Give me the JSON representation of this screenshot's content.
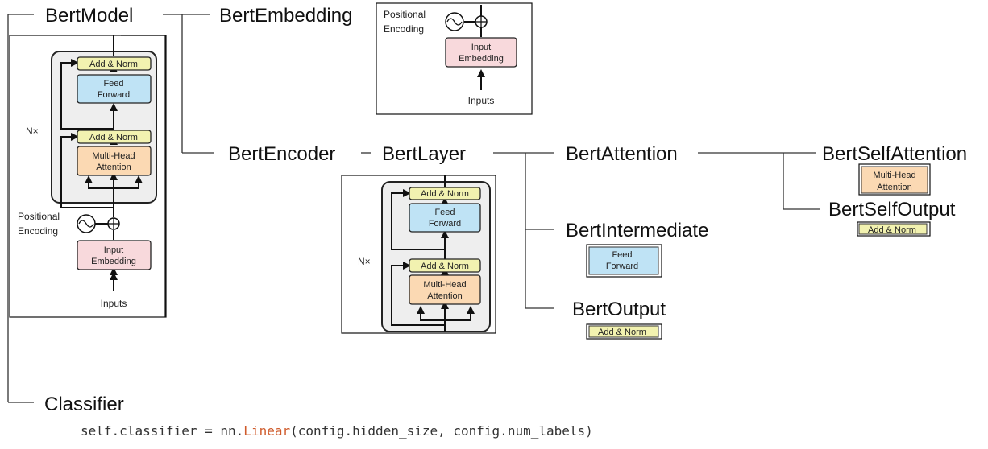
{
  "labels": {
    "bert_model": "BertModel",
    "bert_embedding": "BertEmbedding",
    "bert_encoder": "BertEncoder",
    "bert_layer": "BertLayer",
    "bert_attention": "BertAttention",
    "bert_self_attention": "BertSelfAttention",
    "bert_self_output": "BertSelfOutput",
    "bert_intermediate": "BertIntermediate",
    "bert_output": "BertOutput",
    "classifier": "Classifier"
  },
  "blocks": {
    "add_norm": "Add & Norm",
    "feed": "Feed",
    "forward": "Forward",
    "multi_head": "Multi-Head",
    "attention": "Attention",
    "input": "Input",
    "embedding": "Embedding",
    "inputs": "Inputs",
    "positional": "Positional",
    "encoding": "Encoding",
    "nx": "N×"
  },
  "code": {
    "self_part": "self.",
    "classifier_part": "classifier",
    "eq_part": " = nn.",
    "linear_part": "Linear",
    "args_part": "(config.hidden_size, config.num_labels)"
  },
  "colors": {
    "add_norm_fill": "#f2f2b0",
    "feed_forward_fill": "#bfe3f5",
    "attention_fill": "#fbd9b3",
    "embedding_fill": "#f8d9dc",
    "encoder_bg": "#eeeeee",
    "code_text": "#333333",
    "code_keyword": "#cf5a2a"
  }
}
